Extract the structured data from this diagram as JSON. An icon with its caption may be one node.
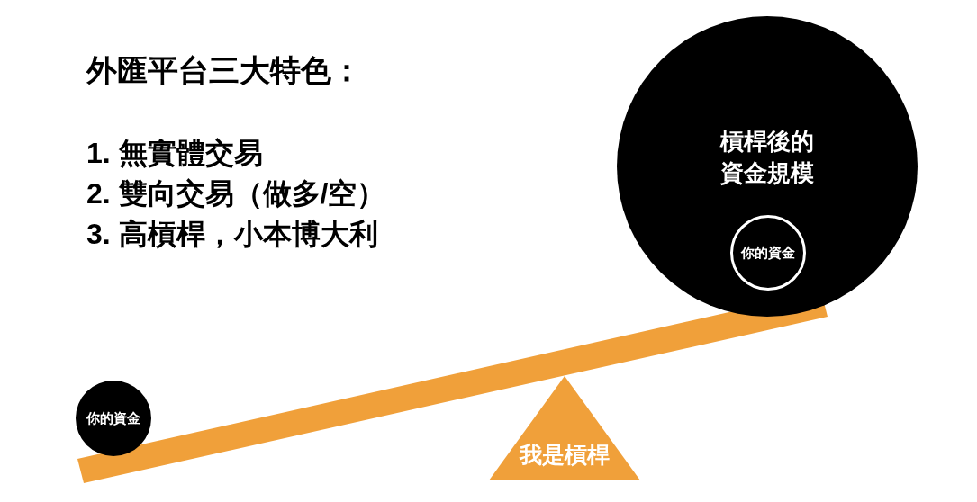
{
  "diagram": {
    "title": "外匯平台三大特色：",
    "nodes": [
      {
        "text": [
          "槓桿後的資金規模"
        ]
      },
      {
        "text": [
          "你的資金"
        ],
        "in": 0
      },
      {
        "text": [
          "你的資金"
        ]
      },
      {
        "text": [
          "我是槓桿"
        ]
      }
    ],
    "labels": [
      "1. 無實體交易",
      "2. 雙向交易（做多/空）",
      "3. 高槓桿，小本博大利"
    ]
  }
}
